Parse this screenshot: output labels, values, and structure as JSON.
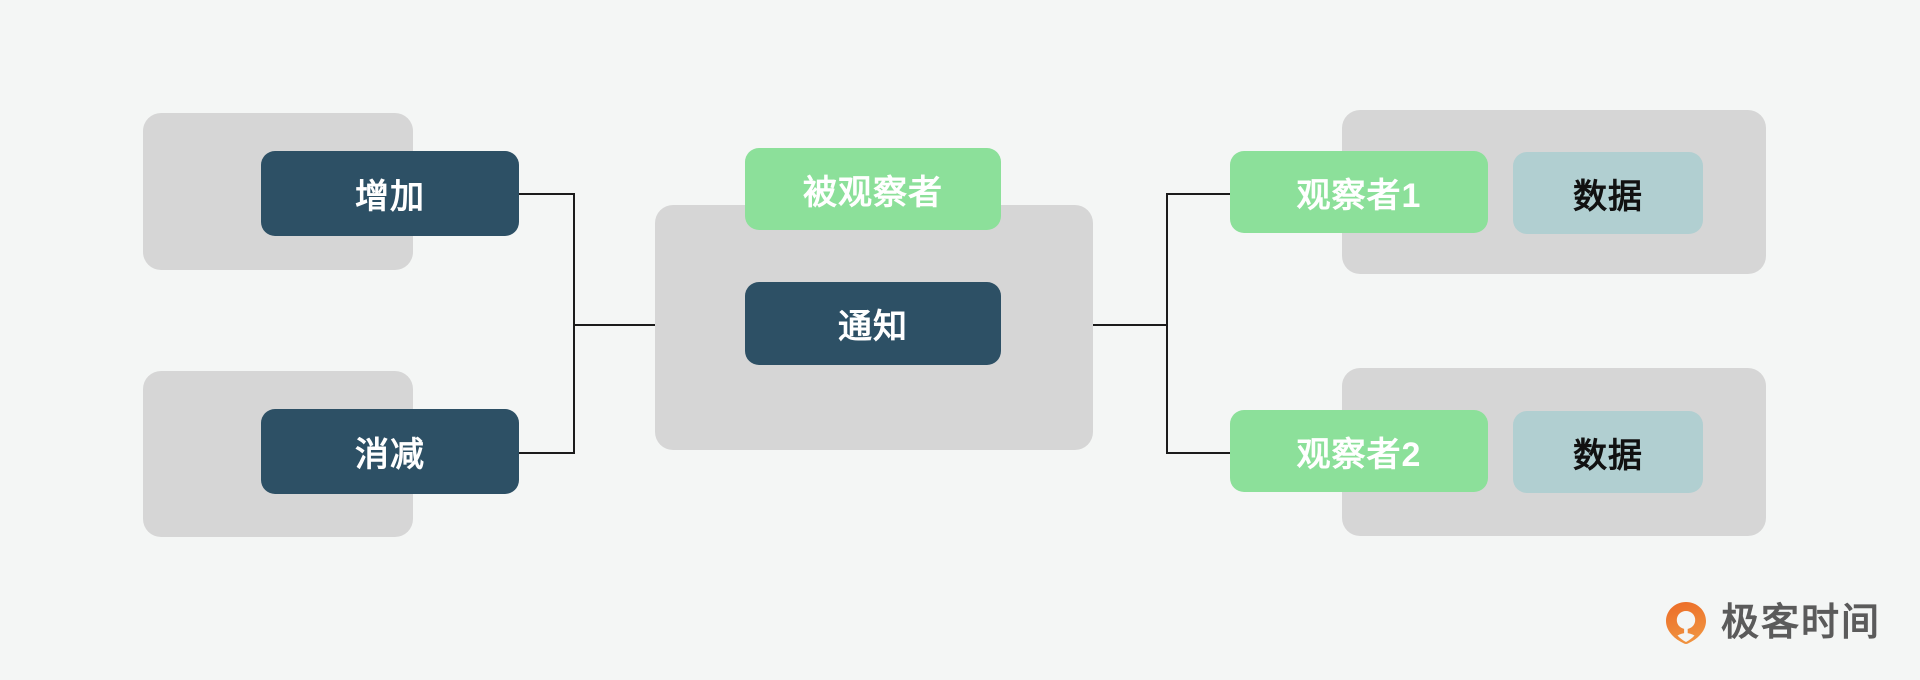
{
  "diagram": {
    "title": "observer-pattern-diagram",
    "background_color": "#f4f6f5",
    "colors": {
      "group": "#d6d6d6",
      "dark": "#2d5065",
      "green": "#8ce09a",
      "teal": "#b1cfd1",
      "connector": "#1b1b1b",
      "logo_orange": "#e8772a",
      "logo_text": "#5b5b5b"
    },
    "left": {
      "group_top_label": "",
      "group_bottom_label": "",
      "nodes": [
        {
          "label": "增加",
          "style": "dark"
        },
        {
          "label": "消减",
          "style": "dark"
        }
      ]
    },
    "center": {
      "subject_label": "被观察者",
      "notify_label": "通知"
    },
    "right": {
      "observers": [
        {
          "label": "观察者1",
          "data_label": "数据"
        },
        {
          "label": "观察者2",
          "data_label": "数据"
        }
      ]
    }
  },
  "branding": {
    "name": "极客时间",
    "icon": "geektime-logo-icon"
  }
}
